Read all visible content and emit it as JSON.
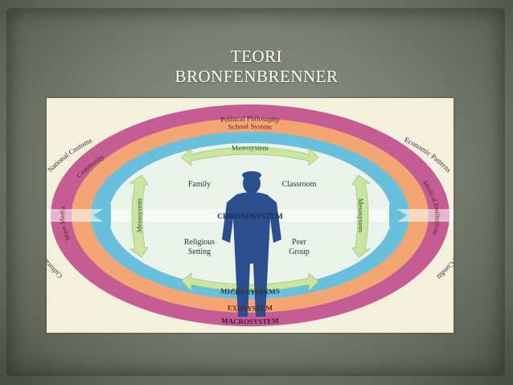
{
  "slide": {
    "title_line1": "TEORI",
    "title_line2": "BRONFENBRENNER"
  },
  "diagram": {
    "rings": {
      "macrosystem": {
        "label": "MACROSYSTEM",
        "color": "#c55c93",
        "items": [
          "Political Philosophy",
          "National Customs",
          "Economic Patterns",
          "Social Conditions",
          "Cultural Values"
        ]
      },
      "exosystem": {
        "label": "EXOSYSTEM",
        "color": "#f3a674",
        "items": [
          "School System",
          "Community",
          "Mass Media",
          "Medical Institutions"
        ]
      },
      "microsystems": {
        "label": "MICROSYSTEMS",
        "color": "#69c0dc",
        "items": [
          "Family",
          "Classroom",
          "Religious Setting",
          "Peer Group"
        ]
      },
      "mesosystem": {
        "label": "Mesosystem",
        "color": "#c9e5a0"
      }
    },
    "center": {
      "label": "CHRONOSYSTEM",
      "color": "#2a4e8e"
    }
  }
}
